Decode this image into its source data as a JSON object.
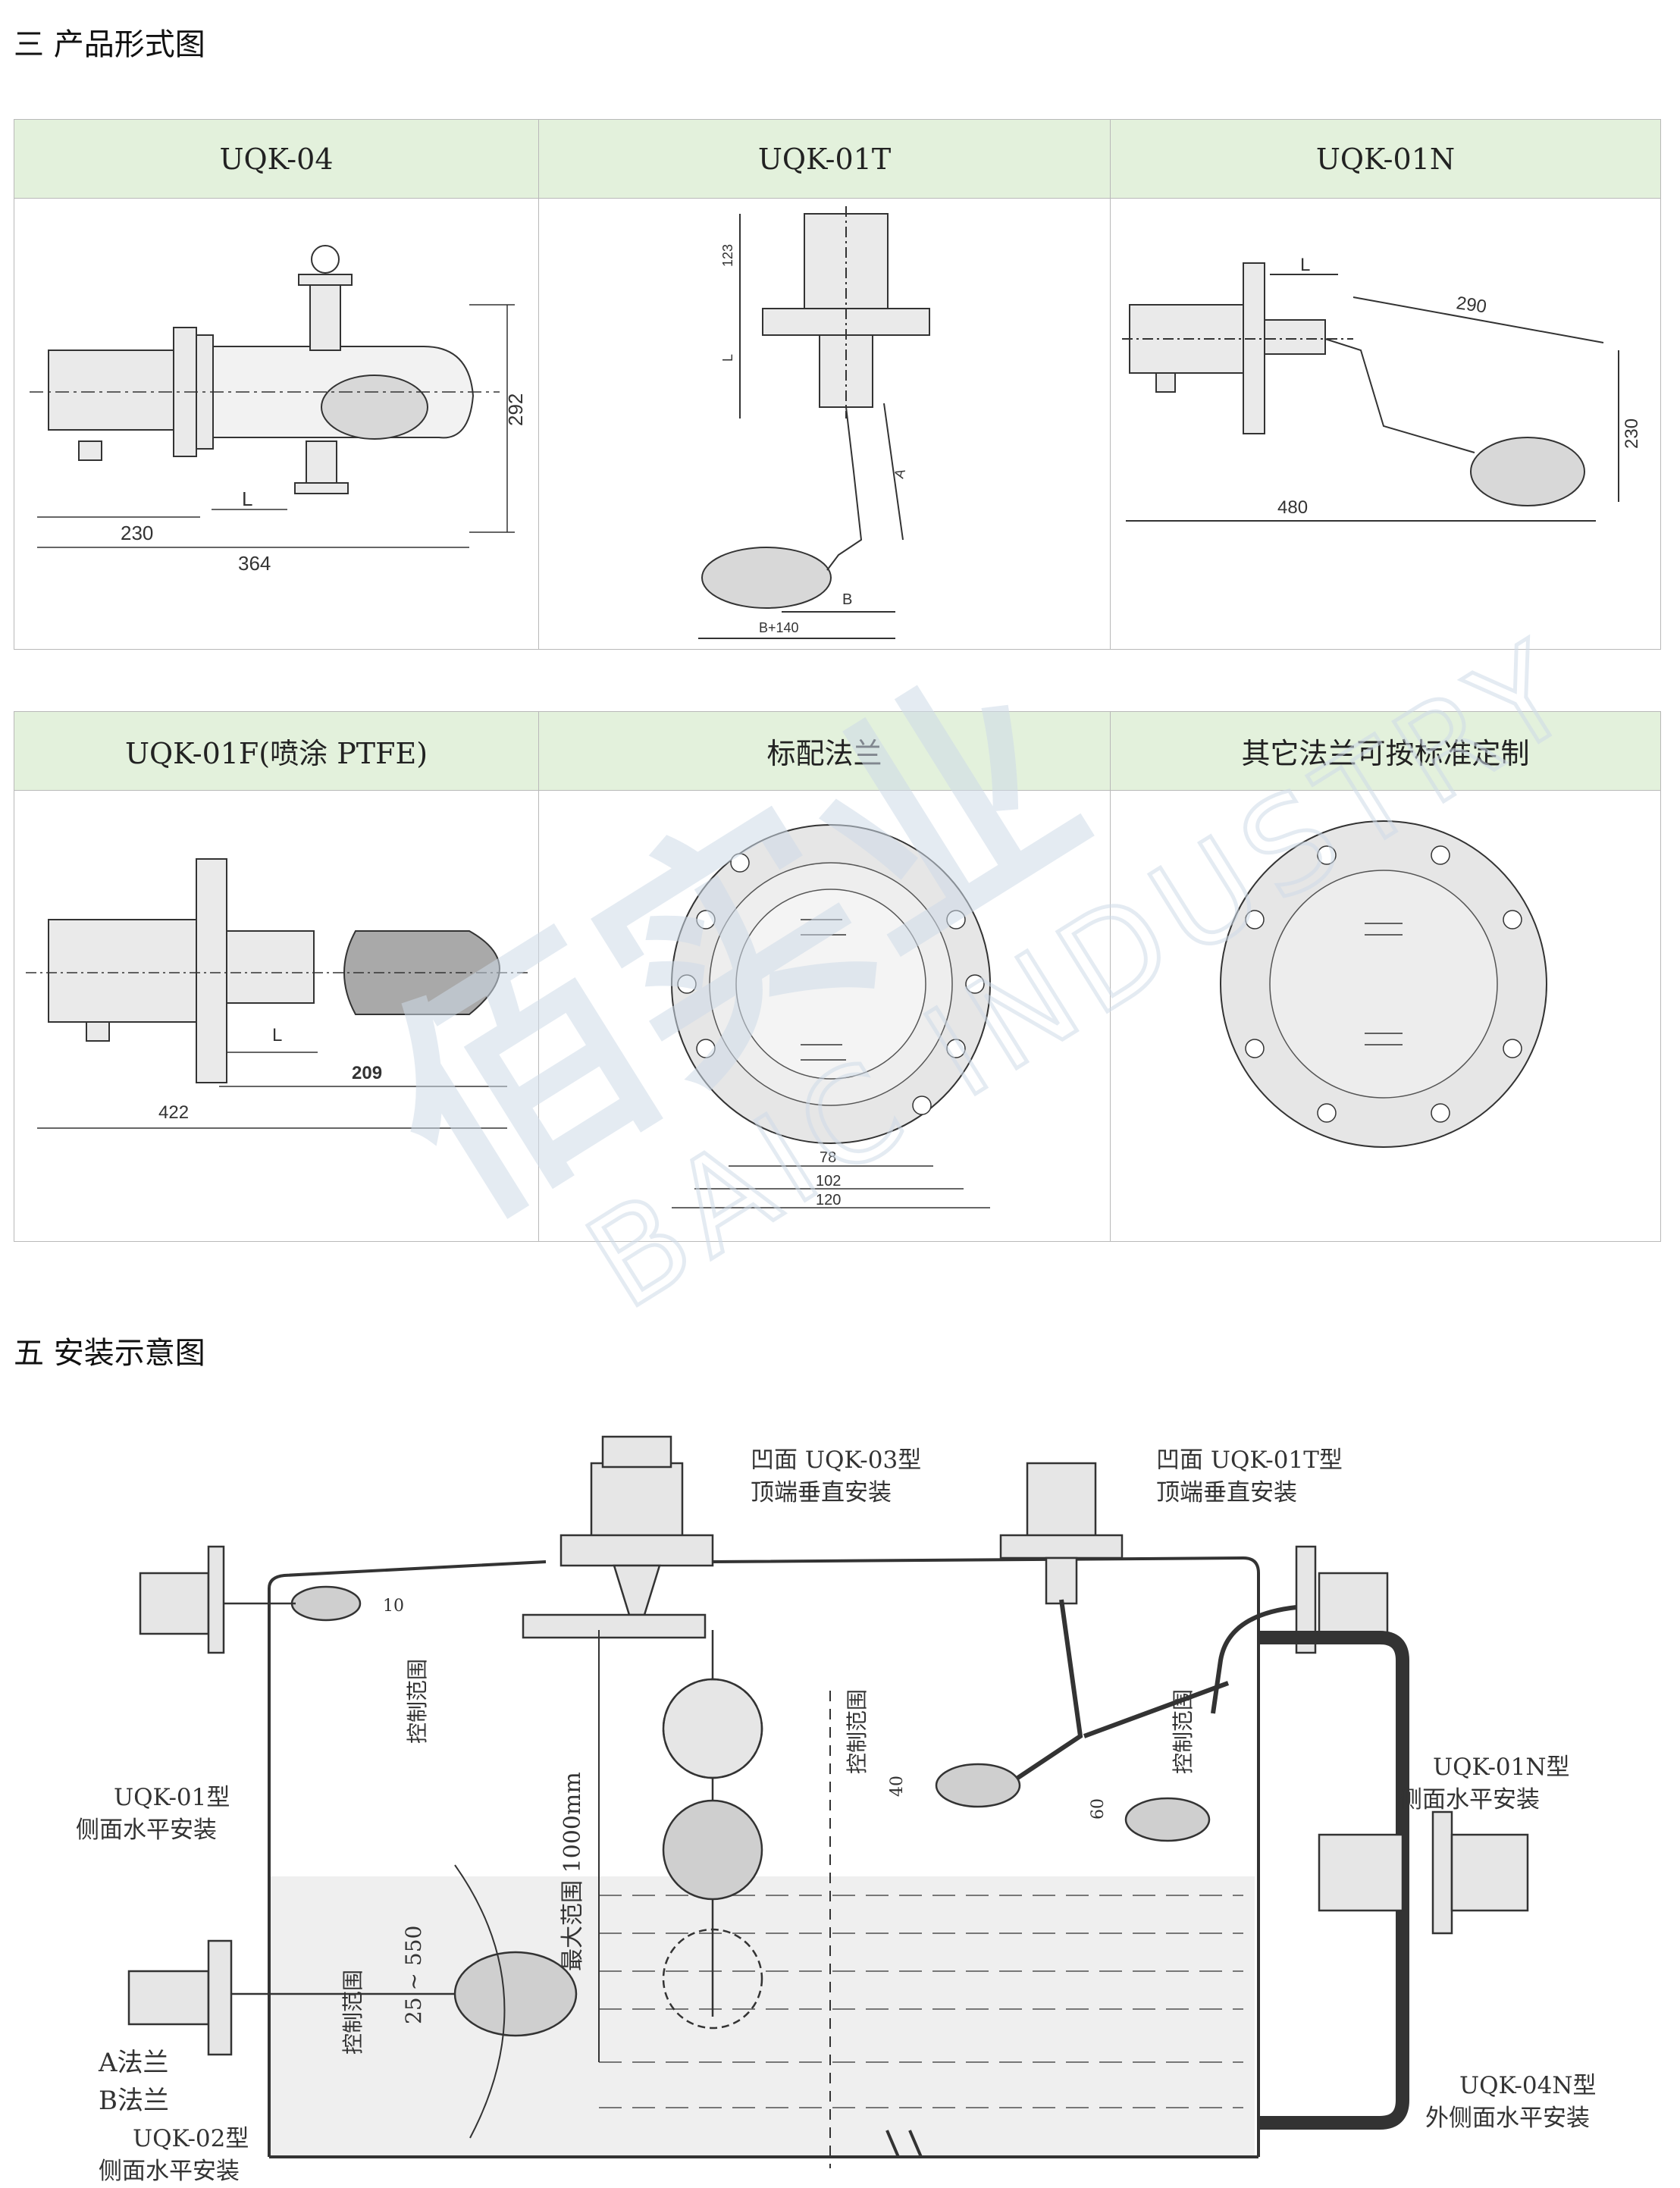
{
  "section3": {
    "title": "三 产品形式图"
  },
  "table1": {
    "headers": [
      "UQK-04",
      "UQK-01T",
      "UQK-01N"
    ]
  },
  "table2": {
    "headers": [
      "UQK-01F(喷涂 PTFE)",
      "标配法兰",
      "其它法兰可按标准定制"
    ]
  },
  "dims": {
    "uqk04": [
      "292",
      "230",
      "L",
      "364"
    ],
    "uqk01t": [
      "123",
      "L",
      "A",
      "B",
      "B+140"
    ],
    "uqk01n": [
      "L",
      "290",
      "230",
      "480"
    ],
    "uqk01f": [
      "L",
      "209",
      "422"
    ],
    "flange": [
      "78",
      "102",
      "120"
    ]
  },
  "section5": {
    "title": "五 安装示意图"
  },
  "install": {
    "uqk03": [
      "凹面  UQK-03型",
      "顶端垂直安装"
    ],
    "uqk01t": [
      "凹面  UQK-01T型",
      "顶端垂直安装"
    ],
    "uqk01": [
      "UQK-01型",
      "侧面水平安装"
    ],
    "uqk01n": [
      "UQK-01N型",
      "侧面水平安装"
    ],
    "uqk02": [
      "UQK-02型",
      "侧面水平安装"
    ],
    "uqk04n": [
      "UQK-04N型",
      "外侧面水平安装"
    ],
    "flangeA": "A法兰",
    "flangeB": "B法兰",
    "range_label": "控制范围",
    "range_10": "10",
    "range_40": "40",
    "range_60": "60",
    "range_25_550": "25 ~ 550",
    "max_range": "最大范围 1000mm"
  },
  "watermark": {
    "cn": "佰实业",
    "en": "BAIC INDUSTRY"
  },
  "colors": {
    "header_bg": "#e3f1dc",
    "border": "#b9b9b9",
    "drawing_fill": "#e8e8e8",
    "water": "#efefef",
    "watermark": "#cfdbe8"
  }
}
